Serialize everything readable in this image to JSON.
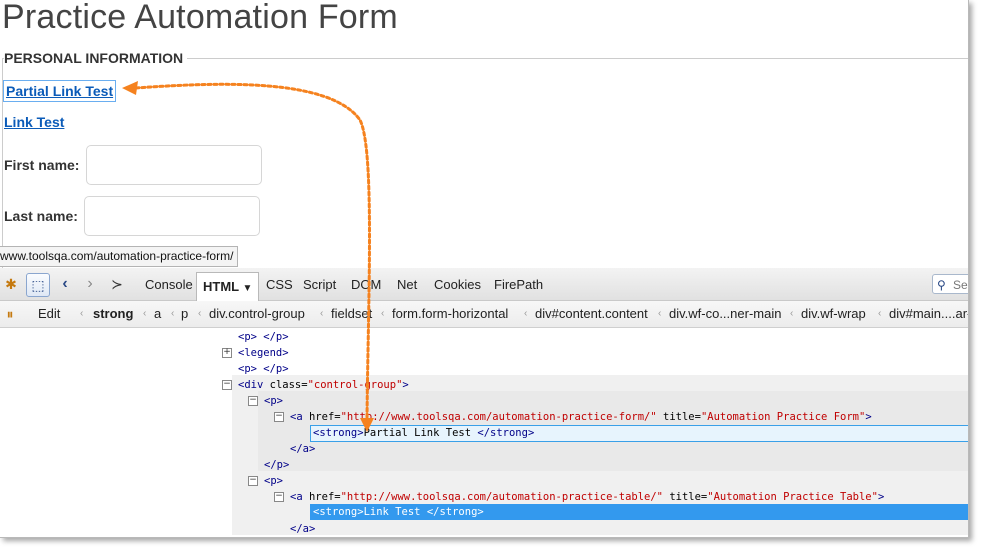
{
  "page": {
    "title": "Practice Automation Form",
    "legend": "PERSONAL INFORMATION",
    "partial_link": "Partial Link Test",
    "link_test": "Link Test",
    "first_name_label": "First name:",
    "last_name_label": "Last name:",
    "status_url": "www.toolsqa.com/automation-practice-form/"
  },
  "devtools": {
    "tabs": [
      "Console",
      "HTML",
      "CSS",
      "Script",
      "DOM",
      "Net",
      "Cookies",
      "FirePath"
    ],
    "active_tab": "HTML",
    "search_placeholder": "Sea",
    "edit_label": "Edit",
    "breadcrumbs": [
      "strong",
      "a",
      "p",
      "div.control-group",
      "fieldset",
      "form.form-horizontal",
      "div#content.content",
      "div.wf-co...ner-main",
      "div.wf-wrap",
      "div#main....ar-"
    ]
  },
  "html_tree": {
    "p_empty": "<p> </p>",
    "legend": "<legend>",
    "p_empty2": "<p> </p>",
    "div_open": "<div",
    "div_attr": "class=",
    "div_val": "\"control-group\"",
    "div_close": ">",
    "p_open": "<p>",
    "a1_open": "<a",
    "a1_href_attr": "href=",
    "a1_href_val": "\"http://www.toolsqa.com/automation-practice-form/\"",
    "a1_title_attr": "title=",
    "a1_title_val": "\"Automation Practice Form\"",
    "a1_end": ">",
    "strong1_open": "<strong>",
    "strong1_text": "Partial Link Test",
    "strong1_close": "</strong>",
    "a_close": "</a>",
    "p_close": "</p>",
    "p_open2": "<p>",
    "a2_open": "<a",
    "a2_href_attr": "href=",
    "a2_href_val": "\"http://www.toolsqa.com/automation-practice-table/\"",
    "a2_title_attr": "title=",
    "a2_title_val": "\"Automation Practice Table\"",
    "a2_end": ">",
    "strong2_open": "<strong>",
    "strong2_text": "Link Test",
    "strong2_close": "</strong>",
    "a_close2": "</a>"
  },
  "colors": {
    "link": "#0b5bb8",
    "arrow": "#f5821f",
    "selection": "#3399ee"
  }
}
